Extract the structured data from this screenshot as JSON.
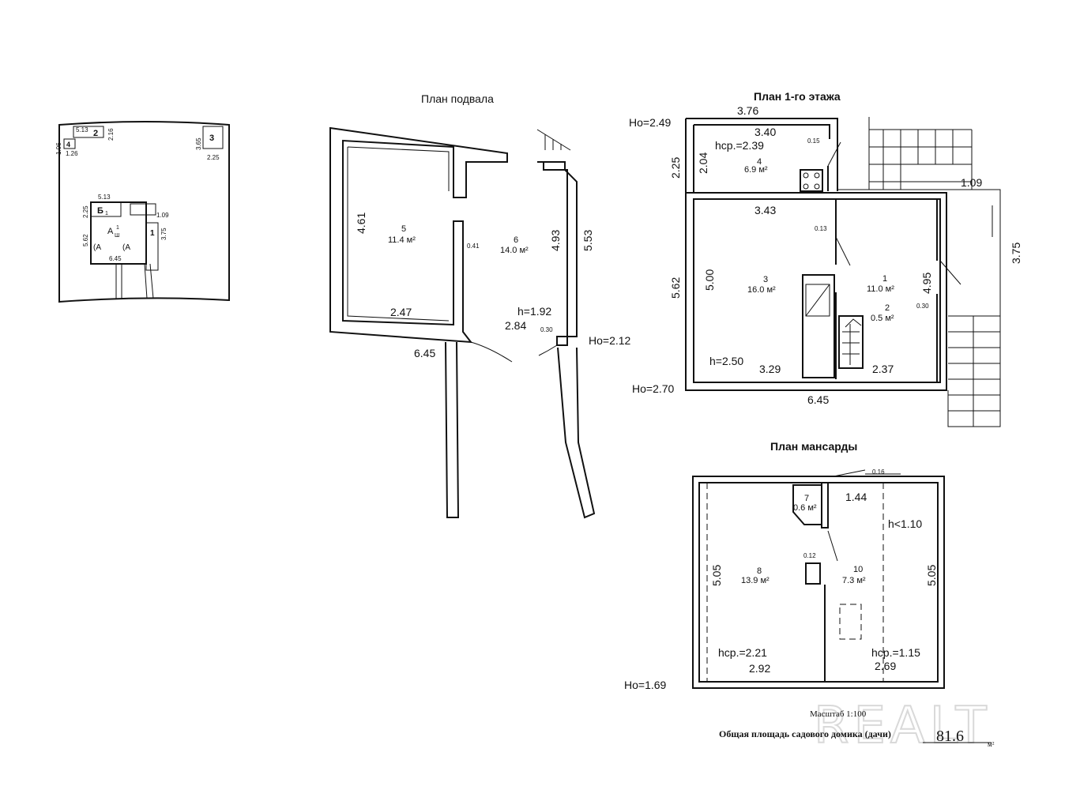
{
  "site": {
    "d_513_top": "5.13",
    "num_2": "2",
    "d_216": "2.16",
    "d_106": "1.06",
    "num_4": "4",
    "d_126": "1.26",
    "d_365": "3.65",
    "num_3": "3",
    "d_225": "2.25",
    "d_513_house": "5.13",
    "b1": "Б",
    "b1_sub": "1",
    "d_225_house": "2.25",
    "d_109": "1.09",
    "d_562": "5.62",
    "a1": "А",
    "a1_sub": "Ш",
    "a1_sup": "1",
    "a_paren1": "(А",
    "a_paren2": "(А",
    "num_1": "1",
    "d_375": "3.75",
    "d_645": "6.45"
  },
  "basement": {
    "title": "План подвала",
    "room5_num": "5",
    "room5_area": "11.4 м²",
    "room6_num": "6",
    "room6_area": "14.0 м²",
    "d_461": "4.61",
    "d_247": "2.47",
    "d_645": "6.45",
    "d_041": "0.41",
    "d_493": "4.93",
    "d_553": "5.53",
    "h": "h=1.92",
    "d_284": "2.84",
    "d_030": "0.30",
    "ho": "Но=2.12"
  },
  "floor1": {
    "title": "План 1-го этажа",
    "d_376": "3.76",
    "ho_top": "Но=2.49",
    "d_340": "3.40",
    "hsr": "hср.=2.39",
    "d_015": "0.15",
    "d_225": "2.25",
    "d_204": "2.04",
    "room4_num": "4",
    "room4_area": "6.9 м²",
    "d_109": "1.09",
    "d_343": "3.43",
    "d_013": "0.13",
    "d_375": "3.75",
    "d_562": "5.62",
    "d_500": "5.00",
    "room3_num": "3",
    "room3_area": "16.0 м²",
    "room1_num": "1",
    "room1_area": "11.0 м²",
    "d_495": "4.95",
    "room2_num": "2",
    "room2_area": "0.5 м²",
    "d_030": "0.30",
    "h": "h=2.50",
    "d_329": "3.29",
    "d_237": "2.37",
    "ho_bottom": "Но=2.70",
    "d_645": "6.45"
  },
  "attic": {
    "title": "План мансарды",
    "d_016": "0.16",
    "room7_num": "7",
    "room7_area": "0.6 м²",
    "d_144": "1.44",
    "h_lt": "h<1.10",
    "d_505_left": "5.05",
    "d_505_right": "5.05",
    "d_012": "0.12",
    "room8_num": "8",
    "room8_area": "13.9 м²",
    "room10_num": "10",
    "room10_area": "7.3 м²",
    "hsr_left": "hср.=2.21",
    "hsr_right": "hср.=1.15",
    "d_292": "2.92",
    "d_269": "2.69",
    "ho": "Но=1.69"
  },
  "footer": {
    "scale": "Масштаб 1:100",
    "total_label": "Общая площадь садового домика (дачи)",
    "total_value": "81.6",
    "unit": "м²"
  },
  "watermark": "REALT"
}
